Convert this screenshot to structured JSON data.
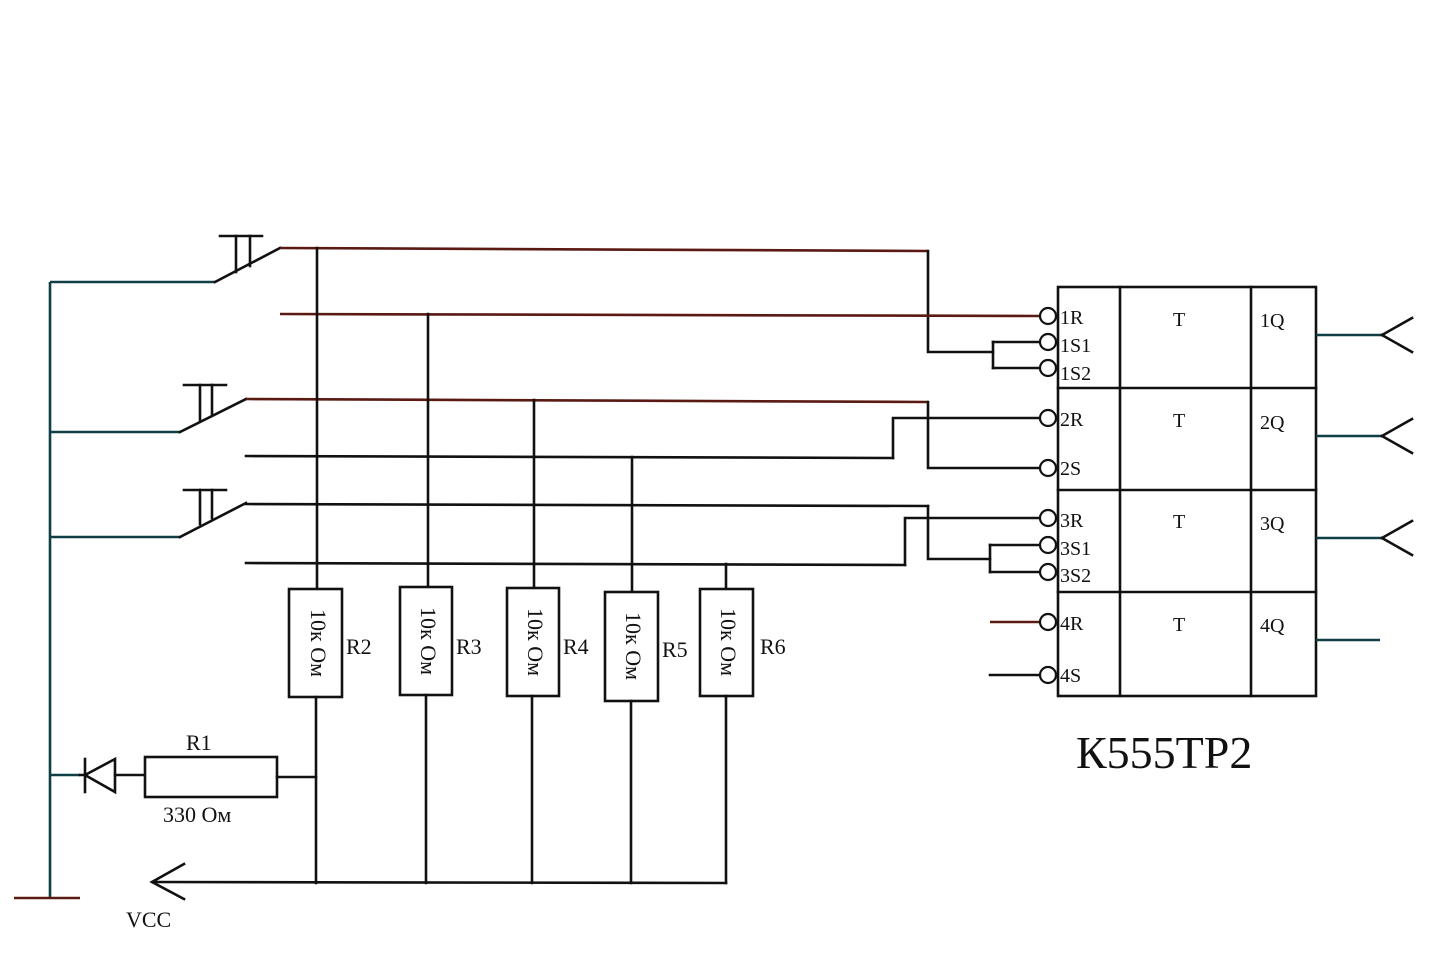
{
  "chip": {
    "name": "К555ТР2",
    "cells": [
      {
        "inputs": [
          "1R",
          "1S1",
          "1S2"
        ],
        "type": "T",
        "output": "1Q"
      },
      {
        "inputs": [
          "2R",
          "2S"
        ],
        "type": "T",
        "output": "2Q"
      },
      {
        "inputs": [
          "3R",
          "3S1",
          "3S2"
        ],
        "type": "T",
        "output": "3Q"
      },
      {
        "inputs": [
          "4R",
          "4S"
        ],
        "type": "T",
        "output": "4Q"
      }
    ]
  },
  "resistors": [
    {
      "ref": "R1",
      "value": "330 Ом"
    },
    {
      "ref": "R2",
      "value": "10к Ом"
    },
    {
      "ref": "R3",
      "value": "10к Ом"
    },
    {
      "ref": "R4",
      "value": "10к Ом"
    },
    {
      "ref": "R5",
      "value": "10к Ом"
    },
    {
      "ref": "R6",
      "value": "10к Ом"
    }
  ],
  "power": {
    "label": "VCC"
  },
  "colors": {
    "wire": "#111111",
    "wire_red": "#5a1a12",
    "wire_cyan": "#0f3f44",
    "paper": "#ffffff"
  }
}
